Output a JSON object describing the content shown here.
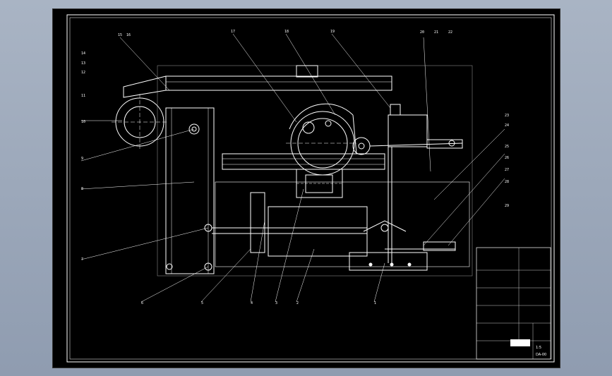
{
  "drawing": {
    "part_numbers_top": [
      "15",
      "16",
      "17",
      "18",
      "19",
      "20",
      "21",
      "22"
    ],
    "part_numbers_left": [
      "14",
      "13",
      "12",
      "11",
      "10",
      "9",
      "8",
      "7"
    ],
    "part_numbers_bottom": [
      "6",
      "5",
      "4",
      "3",
      "2",
      "1"
    ],
    "part_numbers_right": [
      "23",
      "24",
      "25",
      "26",
      "27",
      "28",
      "29"
    ],
    "title_block": {
      "drawing_code": "DA-00",
      "scale": "1:5",
      "mass": ""
    }
  },
  "colors": {
    "background": "#000000",
    "line": "#ffffff",
    "desktop": "#9aa6b8"
  }
}
